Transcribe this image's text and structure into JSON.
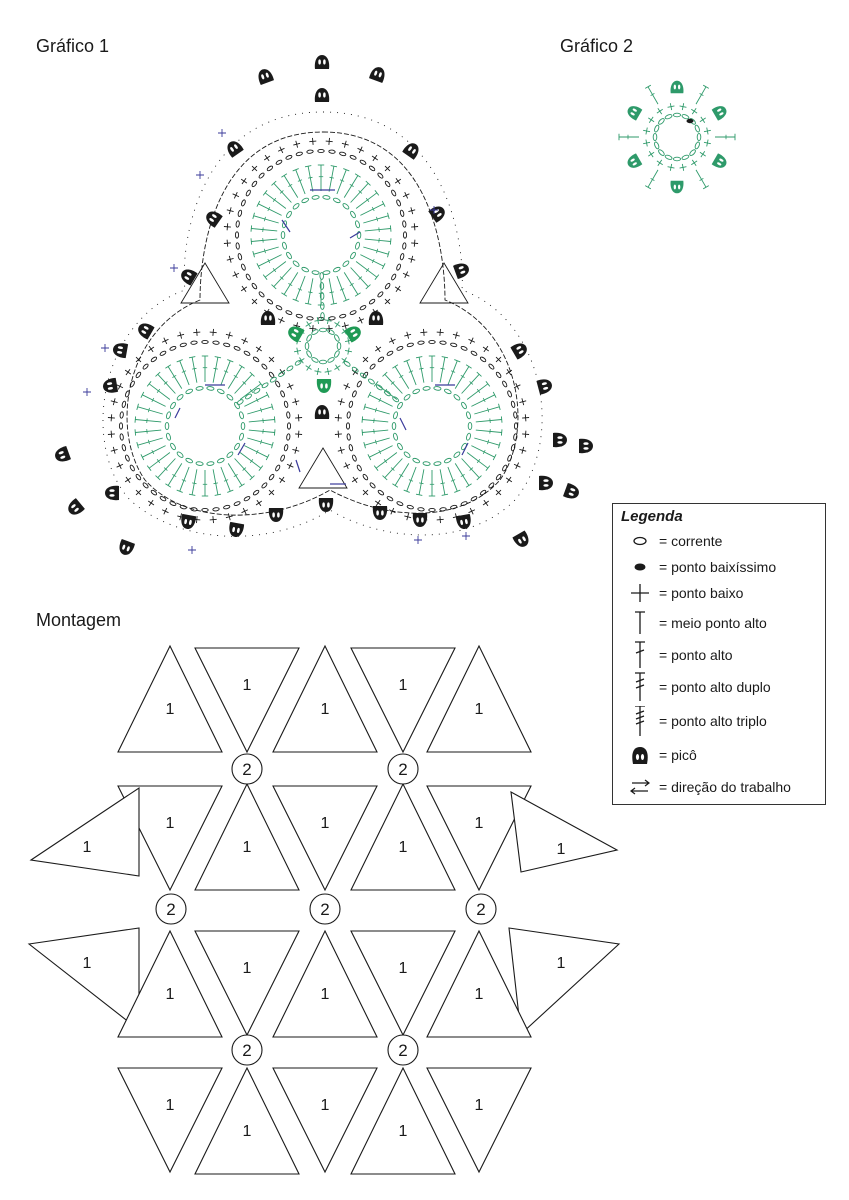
{
  "titles": {
    "chart1": "Gráfico 1",
    "chart2": "Gráfico 2",
    "assembly": "Montagem"
  },
  "legend": {
    "title": "Legenda",
    "items": [
      {
        "icon": "chain-stitch-icon",
        "label": "= corrente"
      },
      {
        "icon": "slip-stitch-icon",
        "label": "= ponto baixíssimo"
      },
      {
        "icon": "single-crochet-icon",
        "label": "= ponto baixo"
      },
      {
        "icon": "half-double-crochet-icon",
        "label": "= meio ponto alto"
      },
      {
        "icon": "double-crochet-icon",
        "label": "= ponto alto"
      },
      {
        "icon": "treble-crochet-icon",
        "label": "= ponto alto duplo"
      },
      {
        "icon": "double-treble-crochet-icon",
        "label": "= ponto alto triplo"
      },
      {
        "icon": "picot-icon",
        "label": "= picô"
      },
      {
        "icon": "work-direction-icon",
        "label": "= direção do trabalho"
      }
    ]
  },
  "assembly": {
    "triangle_label": "1",
    "circle_label": "2"
  },
  "colors": {
    "ink": "#1a1a1a",
    "green": "#2e9a6a",
    "blue": "#3a3a9a",
    "picot_green": "#1f9a55"
  }
}
